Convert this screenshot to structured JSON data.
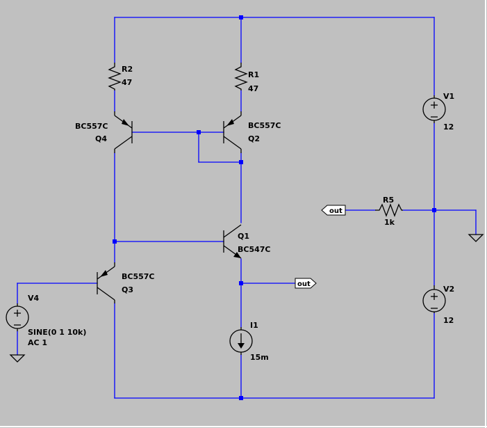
{
  "components": {
    "R2": {
      "name": "R2",
      "value": "47"
    },
    "R1": {
      "name": "R1",
      "value": "47"
    },
    "Q4": {
      "name": "Q4",
      "model": "BC557C"
    },
    "Q2": {
      "name": "Q2",
      "model": "BC557C"
    },
    "Q1": {
      "name": "Q1",
      "model": "BC547C"
    },
    "Q3": {
      "name": "Q3",
      "model": "BC557C"
    },
    "V1": {
      "name": "V1",
      "value": "12"
    },
    "V2": {
      "name": "V2",
      "value": "12"
    },
    "V4": {
      "name": "V4",
      "value": "SINE(0 1 10k)",
      "ac": "AC 1"
    },
    "R5": {
      "name": "R5",
      "value": "1k"
    },
    "I1": {
      "name": "I1",
      "value": "15m"
    }
  },
  "net_labels": {
    "out_left": "out",
    "out_right": "out"
  },
  "colors": {
    "background": "#c0c0c0",
    "wire": "#0000ff",
    "component": "#000000",
    "label_fill": "#ffffff"
  }
}
